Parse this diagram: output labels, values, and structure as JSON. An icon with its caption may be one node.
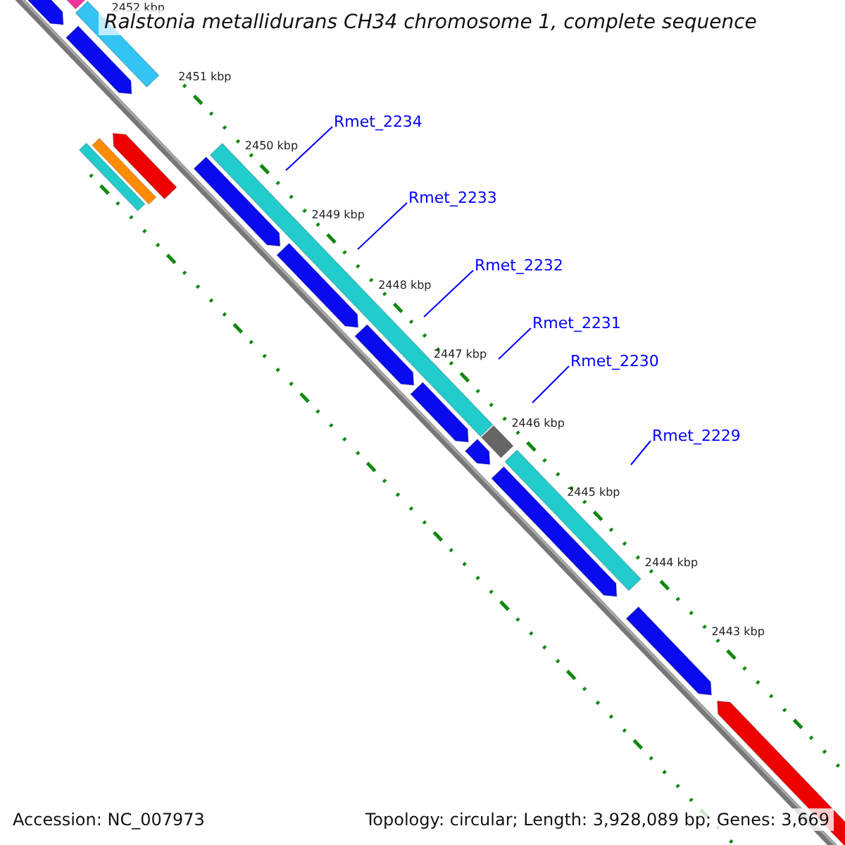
{
  "diagram": {
    "title": "Ralstonia metallidurans CH34 chromosome 1, complete sequence",
    "nodes": [
      {
        "text": [
          "Rmet_2234"
        ]
      },
      {
        "text": [
          "Rmet_2233"
        ]
      },
      {
        "text": [
          "Rmet_2232"
        ]
      },
      {
        "text": [
          "Rmet_2231"
        ]
      },
      {
        "text": [
          "Rmet_2230"
        ]
      },
      {
        "text": [
          "Rmet_2229"
        ]
      }
    ],
    "edges": [
      {
        "from": 0,
        "to": null,
        "arrow": "none"
      },
      {
        "from": 1,
        "to": null,
        "arrow": "none"
      },
      {
        "from": 2,
        "to": null,
        "arrow": "none"
      },
      {
        "from": 3,
        "to": null,
        "arrow": "none"
      },
      {
        "from": 4,
        "to": null,
        "arrow": "none"
      },
      {
        "from": 5,
        "to": null,
        "arrow": "none"
      }
    ],
    "labels": [
      "2452 kbp",
      "2451 kbp",
      "2450 kbp",
      "2449 kbp",
      "2448 kbp",
      "2447 kbp",
      "2446 kbp",
      "2445 kbp",
      "2444 kbp",
      "2443 kbp",
      "Accession: NC_007973",
      "Topology: circular; Length: 3,928,089 bp; Genes: 3,669"
    ]
  }
}
